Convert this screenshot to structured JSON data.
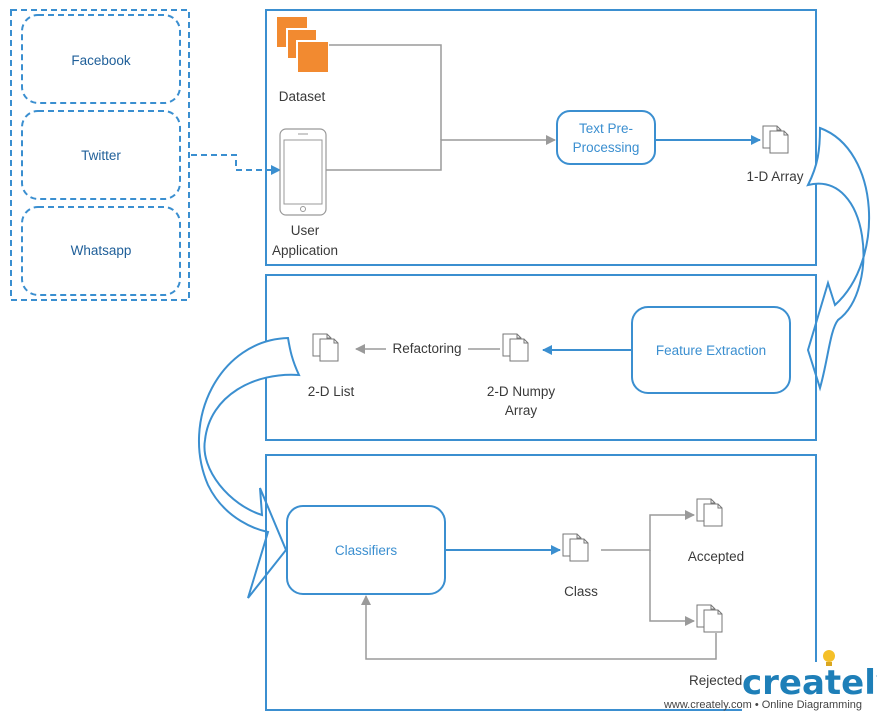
{
  "sources": {
    "facebook": "Facebook",
    "twitter": "Twitter",
    "whatsapp": "Whatsapp"
  },
  "panel1": {
    "dataset": "Dataset",
    "user_app_line1": "User",
    "user_app_line2": "Application",
    "text_pre_line1": "Text Pre-",
    "text_pre_line2": "Processing",
    "one_d_array": "1-D Array"
  },
  "panel2": {
    "feature_extraction": "Feature Extraction",
    "numpy_line1": "2-D Numpy",
    "numpy_line2": "Array",
    "refactoring": "Refactoring",
    "two_d_list": "2-D List"
  },
  "panel3": {
    "classifiers": "Classifiers",
    "class": "Class",
    "accepted": "Accepted",
    "rejected": "Rejected"
  },
  "branding": {
    "logo": "creately",
    "tagline": "www.creately.com • Online Diagramming"
  },
  "colors": {
    "blue": "#3b8fd0",
    "gray": "#9a9a9a",
    "orange": "#f28a30",
    "navy": "#1f5f99"
  }
}
